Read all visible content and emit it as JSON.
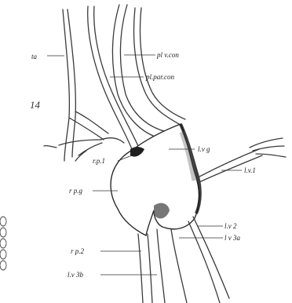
{
  "figure": {
    "number": "14",
    "labels": {
      "ta": "ta",
      "pl_v_con": "pl v.con",
      "pl_par_con": "pl.par.con",
      "l_v_g": "l.v g",
      "l_v_1": "l.v.1",
      "r_p_1": "r.p.1",
      "r_p_g": "r p.g",
      "l_v_2": "l.v 2",
      "l_v_3a": "l v 3a",
      "r_p_2": "r p.2",
      "l_v_3b": "l.v 3b"
    }
  }
}
